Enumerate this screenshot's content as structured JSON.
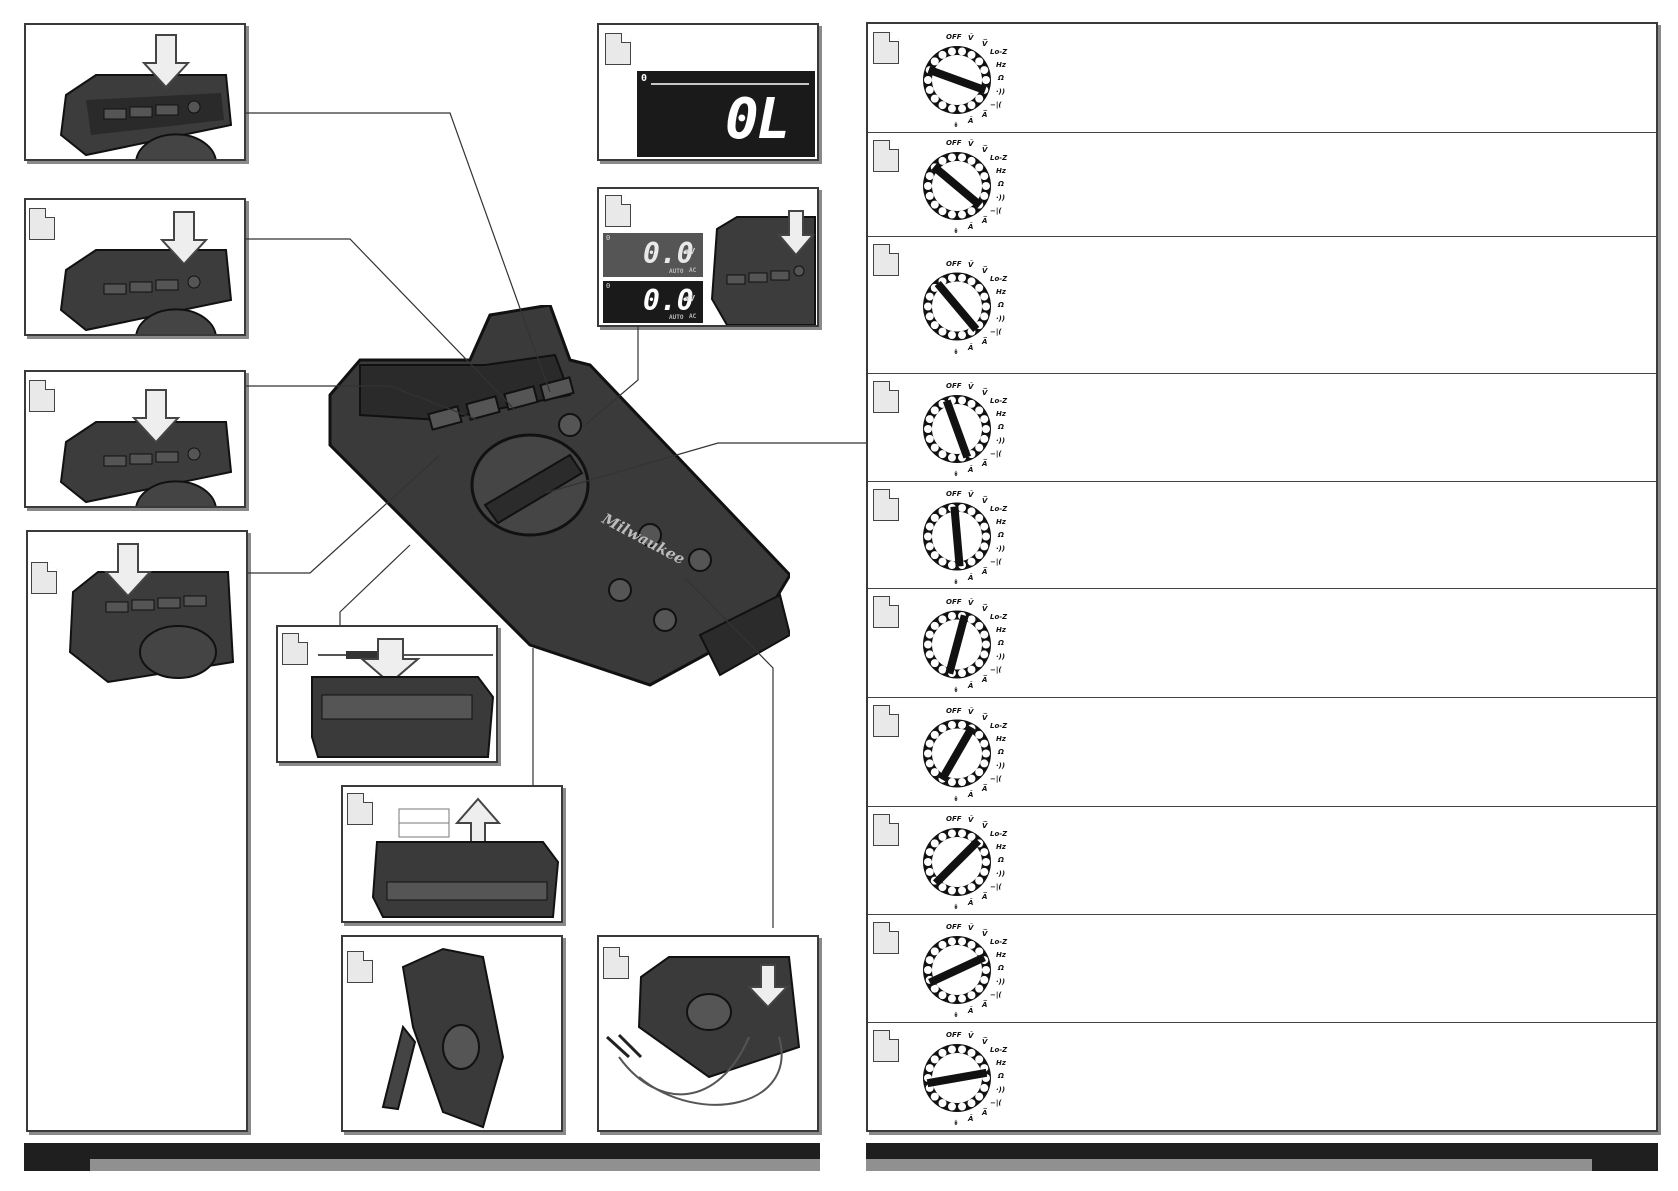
{
  "display_fig1": {
    "value": "0L",
    "scale_start": "0"
  },
  "display_fig2": {
    "top": {
      "value": "0.0",
      "unit": "mV",
      "sub": "AC",
      "auto": "AUTO",
      "marker": "0"
    },
    "bottom": {
      "value": "0.0",
      "unit": "mV",
      "sub": "AC",
      "auto": "AUTO",
      "marker": "0"
    }
  },
  "brand": "Milwaukee",
  "dial_labels": {
    "off": "OFF",
    "v_ac": "Ṽ",
    "v_dc": "V̅",
    "lo_z": "Lo-Z",
    "hz": "Hz",
    "ohm": "Ω",
    "continuity": "·))",
    "capacitance": "−|(",
    "temperature": "↡",
    "a_ac": "Ã",
    "a_dc": "A̅"
  },
  "dial_positions": [
    {
      "label": "OFF"
    },
    {
      "label": "V AC"
    },
    {
      "label": "V DC"
    },
    {
      "label": "Lo-Z"
    },
    {
      "label": "Hz"
    },
    {
      "label": "Ohm"
    },
    {
      "label": "Continuity"
    },
    {
      "label": "Capacitance"
    },
    {
      "label": "A DC"
    },
    {
      "label": "A AC"
    }
  ]
}
